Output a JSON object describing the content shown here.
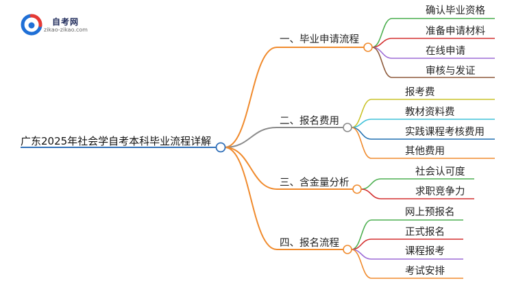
{
  "logo": {
    "title": "自考网",
    "subtitle": "zikao-zikao.com",
    "icon": "zikao-logo-icon"
  },
  "root": {
    "label": "广东2025年社会学自考本科毕业流程详解",
    "color": "#2f6fb8"
  },
  "branches": [
    {
      "label": "一、毕业申请流程",
      "color": "#f08a2c",
      "children": [
        {
          "label": "确认毕业资格",
          "color": "#4caf50"
        },
        {
          "label": "准备申请材料",
          "color": "#d32f2f"
        },
        {
          "label": "在线申请",
          "color": "#9c6ad6"
        },
        {
          "label": "审核与发证",
          "color": "#8d5a3b"
        }
      ]
    },
    {
      "label": "二、报名费用",
      "color": "#8a8a8a",
      "children": [
        {
          "label": "报考费",
          "color": "#c9c227"
        },
        {
          "label": "教材资料费",
          "color": "#3fc1d9"
        },
        {
          "label": "实践课程考核费用",
          "color": "#1f6fb0"
        },
        {
          "label": "其他费用",
          "color": "#f08a2c"
        }
      ]
    },
    {
      "label": "三、含金量分析",
      "color": "#f08a2c",
      "children": [
        {
          "label": "社会认可度",
          "color": "#4caf50"
        },
        {
          "label": "求职竞争力",
          "color": "#d32f2f"
        }
      ]
    },
    {
      "label": "四、报名流程",
      "color": "#f08a2c",
      "children": [
        {
          "label": "网上预报名",
          "color": "#4caf50"
        },
        {
          "label": "正式报名",
          "color": "#d32f2f"
        },
        {
          "label": "课程报考",
          "color": "#9c6ad6"
        },
        {
          "label": "考试安排",
          "color": "#f08a2c"
        }
      ]
    }
  ]
}
